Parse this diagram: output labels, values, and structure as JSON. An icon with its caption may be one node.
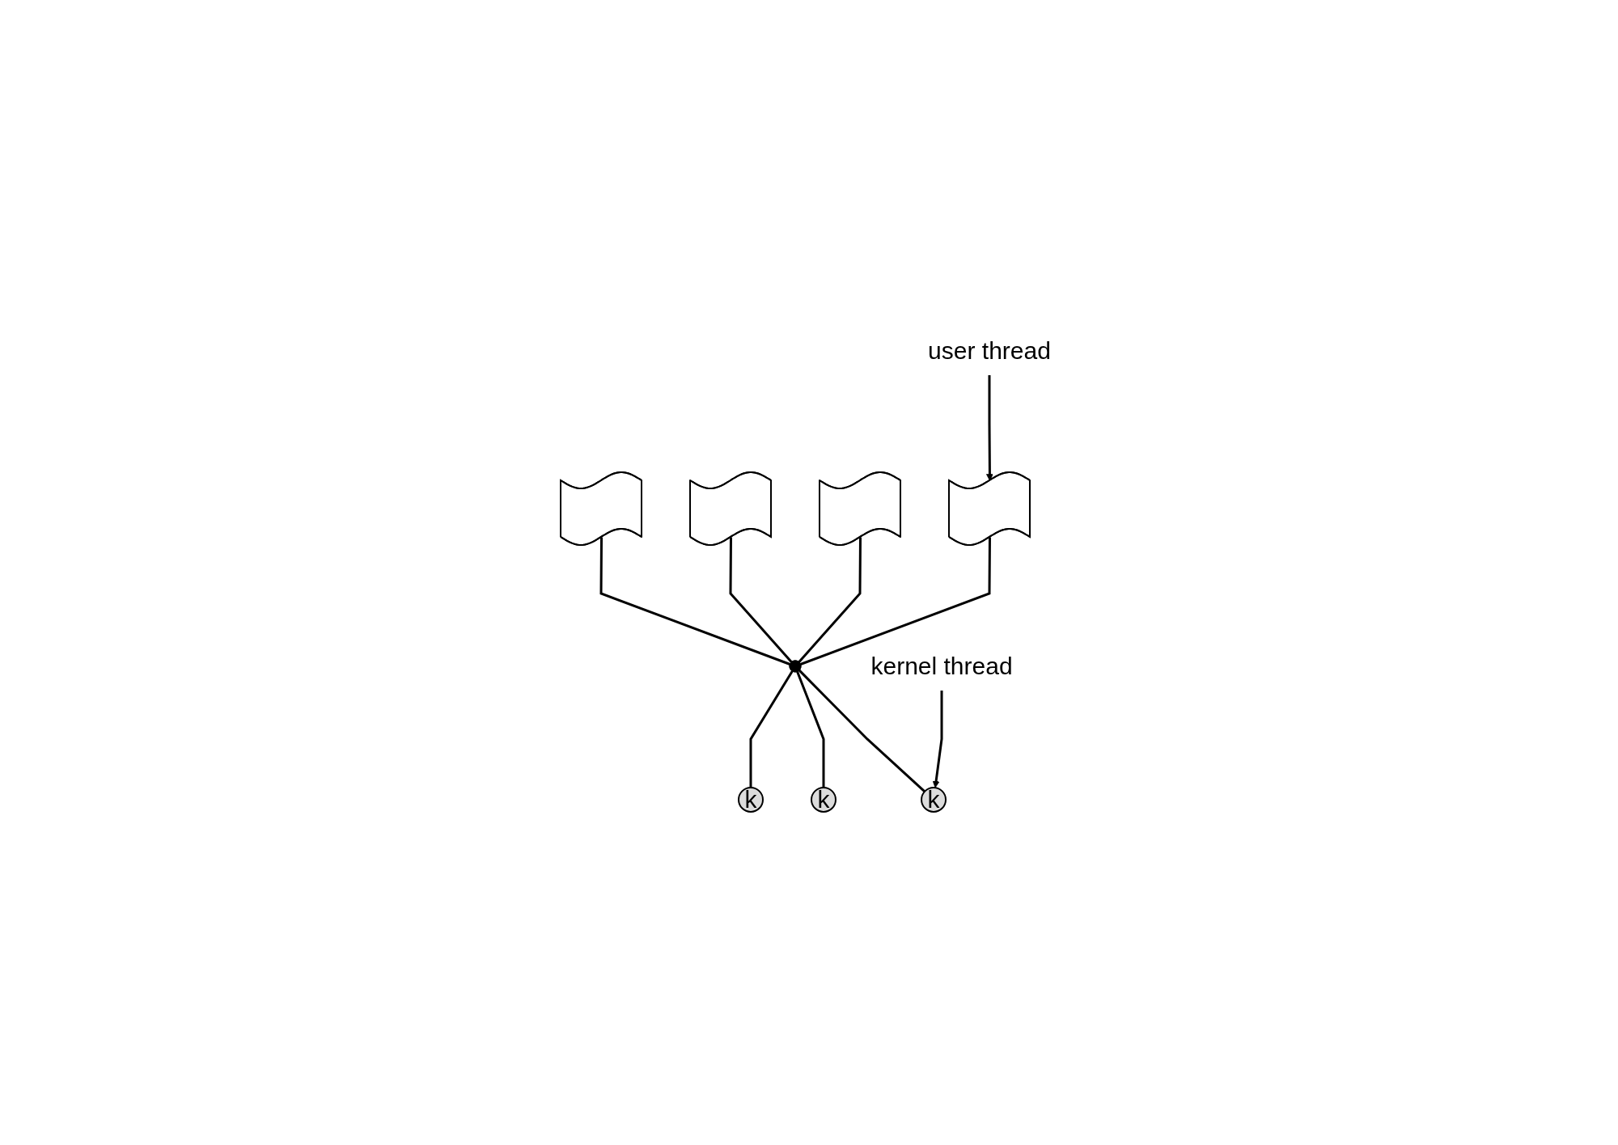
{
  "diagram": {
    "nodes": [
      {
        "text": [],
        "shape": "wave"
      },
      {
        "text": [],
        "shape": "wave"
      },
      {
        "text": [],
        "shape": "wave"
      },
      {
        "text": [],
        "shape": "wave"
      },
      {
        "text": [
          "user thread"
        ]
      },
      {
        "text": [],
        "shape": "dot"
      },
      {
        "text": [
          "k"
        ]
      },
      {
        "text": [
          "k"
        ]
      },
      {
        "text": [
          "k"
        ]
      },
      {
        "text": [
          "kernel thread"
        ]
      }
    ],
    "edges": [
      {
        "from": 0,
        "to": 5,
        "arrow": "none"
      },
      {
        "from": 1,
        "to": 5,
        "arrow": "none"
      },
      {
        "from": 2,
        "to": 5,
        "arrow": "none"
      },
      {
        "from": 3,
        "to": 5,
        "arrow": "none"
      },
      {
        "from": 4,
        "to": 3,
        "arrow": "to"
      },
      {
        "from": 5,
        "to": 6,
        "arrow": "none"
      },
      {
        "from": 5,
        "to": 7,
        "arrow": "none"
      },
      {
        "from": 5,
        "to": 8,
        "arrow": "none"
      },
      {
        "from": 9,
        "to": 8,
        "arrow": "to"
      }
    ]
  }
}
